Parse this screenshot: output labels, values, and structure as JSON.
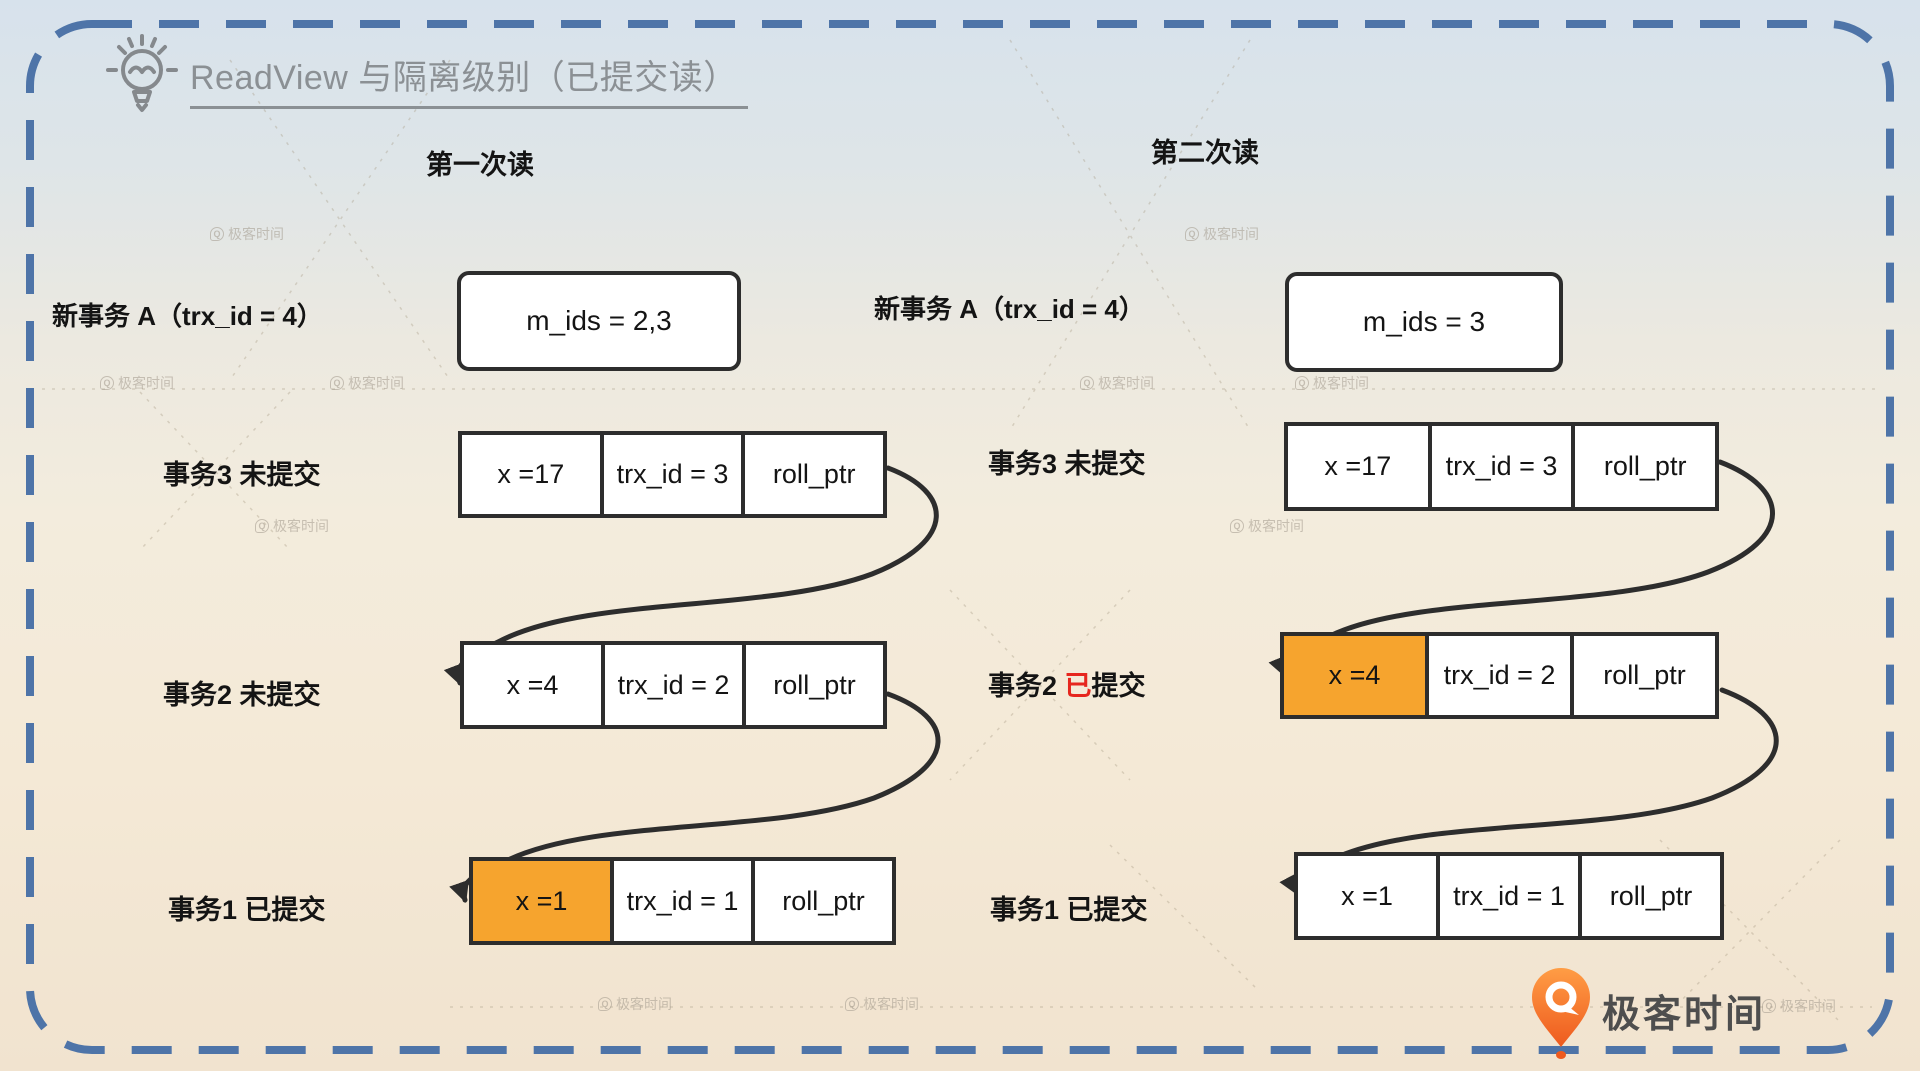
{
  "title": "ReadView 与隔离级别（已提交读）",
  "watermark_text": "极客时间",
  "logo_text": "极客时间",
  "colors": {
    "dashed_border_blue": "#4e74a8",
    "box_border": "#2d2d2d",
    "highlight_orange": "#f6a42e",
    "highlight_red": "#e6261e",
    "title_gray": "#8b9094",
    "logo_orange": "#f05a22",
    "background_top": "#d7e2ec",
    "background_bottom": "#f1e3cf"
  },
  "columns": [
    {
      "header": "第一次读",
      "new_trx_label": "新事务 A（trx_id = 4）",
      "readview_box": "m_ids = 2,3",
      "rows": [
        {
          "label": "事务3 未提交",
          "cells": [
            "x =17",
            "trx_id = 3",
            "roll_ptr"
          ]
        },
        {
          "label": "事务2 未提交",
          "cells": [
            "x =4",
            "trx_id = 2",
            "roll_ptr"
          ]
        },
        {
          "label": "事务1 已提交",
          "cells": [
            "x =1",
            "trx_id = 1",
            "roll_ptr"
          ]
        }
      ]
    },
    {
      "header": "第二次读",
      "new_trx_label": "新事务 A（trx_id = 4）",
      "readview_box": "m_ids = 3",
      "rows": [
        {
          "label": "事务3 未提交",
          "cells": [
            "x =17",
            "trx_id = 3",
            "roll_ptr"
          ]
        },
        {
          "label_pre": "事务2 ",
          "label_red": "已",
          "label_post": "提交",
          "cells": [
            "x =4",
            "trx_id = 2",
            "roll_ptr"
          ]
        },
        {
          "label": "事务1 已提交",
          "cells": [
            "x =1",
            "trx_id = 1",
            "roll_ptr"
          ]
        }
      ]
    }
  ]
}
